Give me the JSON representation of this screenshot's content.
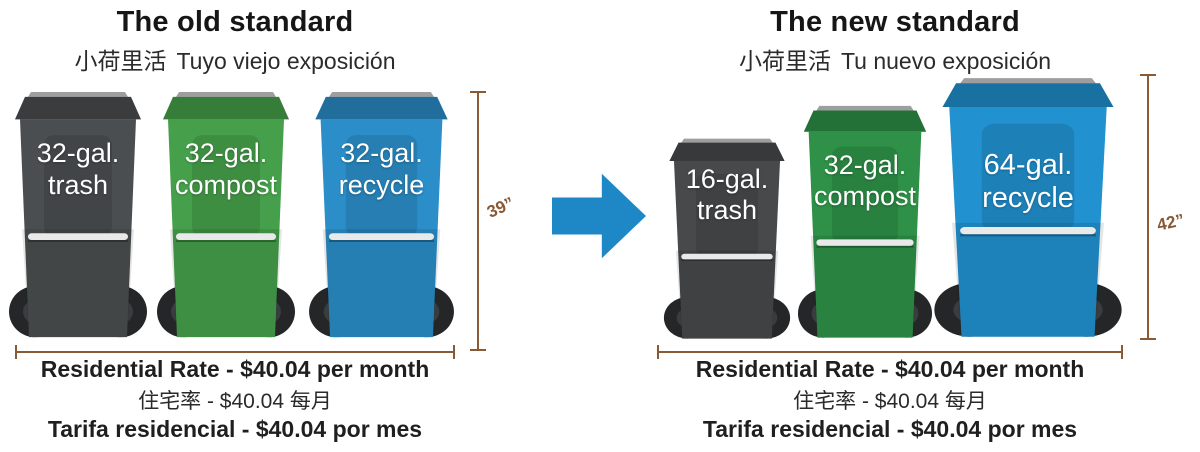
{
  "left_panel": {
    "title": "The old standard",
    "subtitle_zh": "小荷里活",
    "subtitle_es": "Tuyo viejo exposición",
    "height_label": "39”",
    "bins": [
      {
        "size": "32-gal.",
        "type": "trash",
        "color": "#4b4e50"
      },
      {
        "size": "32-gal.",
        "type": "compost",
        "color": "#46a04b"
      },
      {
        "size": "32-gal.",
        "type": "recycle",
        "color": "#2b8ec8"
      }
    ],
    "rates": {
      "en": "Residential Rate - $40.04 per month",
      "zh": "住宅率 - $40.04 每月",
      "es": "Tarifa residencial - $40.04 por mes"
    }
  },
  "right_panel": {
    "title": "The new standard",
    "subtitle_zh": "小荷里活",
    "subtitle_es": "Tu nuevo exposición",
    "height_label": "42”",
    "bins": [
      {
        "size": "16-gal.",
        "type": "trash",
        "color": "#47494b"
      },
      {
        "size": "32-gal.",
        "type": "compost",
        "color": "#2e9147"
      },
      {
        "size": "64-gal.",
        "type": "recycle",
        "color": "#2191cf"
      }
    ],
    "rates": {
      "en": "Residential Rate - $40.04 per month",
      "zh": "住宅率 - $40.04 每月",
      "es": "Tarifa residencial - $40.04 por mes"
    }
  },
  "arrow": {
    "direction": "right",
    "color": "#1e88c7"
  },
  "colors": {
    "measure_line": "#8a5a35",
    "bin_label_text": "#ffffff",
    "title_text": "#161616"
  }
}
